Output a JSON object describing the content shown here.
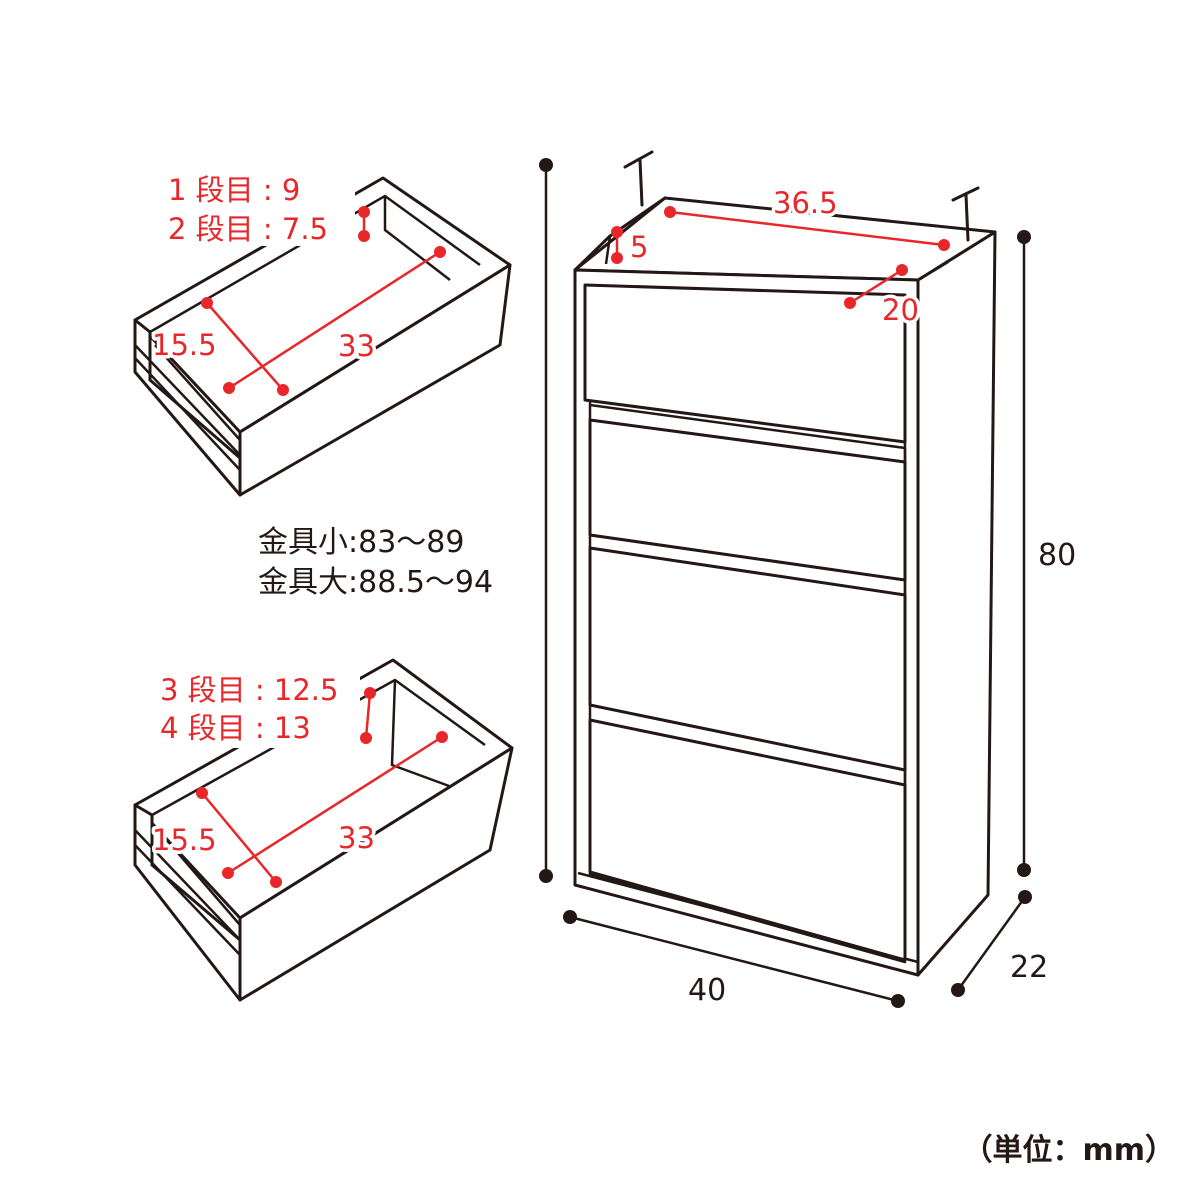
{
  "colors": {
    "ink": "#231815",
    "accent": "#e8272b"
  },
  "cabinet": {
    "height": "80",
    "width": "40",
    "depth": "22",
    "inner_width": "36.5",
    "top_depth": "20",
    "top_rim": "5"
  },
  "fittings": {
    "small": "金具小:83～89",
    "large": "金具大:88.5～94"
  },
  "drawer_upper": {
    "tier1": "1 段目 : 9",
    "tier2": "2 段目 : 7.5",
    "depth": "15.5",
    "width": "33"
  },
  "drawer_lower": {
    "tier3": "3 段目 : 12.5",
    "tier4": "4 段目 : 13",
    "depth": "15.5",
    "width": "33"
  },
  "unit_label": "（単位：mm）"
}
